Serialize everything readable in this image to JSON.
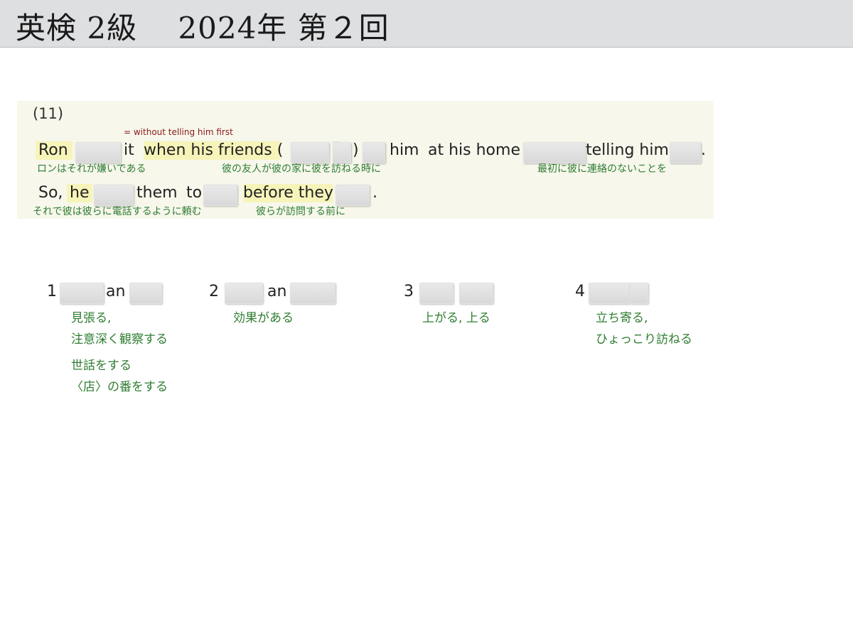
{
  "header": {
    "title": "英検 2級　 2024年 第２回"
  },
  "question": {
    "number": "(11)",
    "note": "= without telling him first",
    "line1": {
      "w_ron": "Ron",
      "w_it": "it",
      "w_when": "when his friends (",
      "w_paren_close": ")",
      "w_him": "him",
      "w_at": "at his home",
      "w_telling": "telling him",
      "w_period": "."
    },
    "line1_jp": {
      "a": "ロンはそれが嫌いである",
      "b": "彼の友人が彼の家に彼を訪ねる時に",
      "c": "最初に彼に連絡のないことを"
    },
    "line2": {
      "w_so": "So,",
      "w_he": "he",
      "w_them": "them",
      "w_to": "to",
      "w_before": "before they",
      "w_period": "."
    },
    "line2_jp": {
      "a": "それで彼は彼らに電話するように頼む",
      "b": "彼らが訪問する前に"
    }
  },
  "choices": [
    {
      "num": "1",
      "word": "an",
      "jp1": "見張る,",
      "jp2": "注意深く観察する",
      "jp3": "世話をする",
      "jp4": "〈店〉の番をする"
    },
    {
      "num": "2",
      "word": "an",
      "jp1": "効果がある"
    },
    {
      "num": "3",
      "jp1": "上がる, 上る"
    },
    {
      "num": "4",
      "jp1": "立ち寄る,",
      "jp2": "ひょっこり訪ねる"
    }
  ]
}
